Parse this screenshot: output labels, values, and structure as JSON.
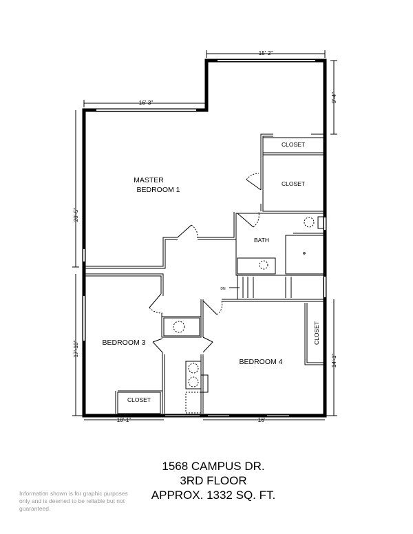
{
  "rooms": {
    "master": [
      "MASTER",
      "BEDROOM 1"
    ],
    "closet_top": "CLOSET",
    "closet_mid": "CLOSET",
    "bath": "BATH",
    "bedroom3": "BEDROOM 3",
    "bedroom3_closet": "CLOSET",
    "bedroom4": "BEDROOM 4",
    "bedroom4_closet": "CLOSET",
    "stairs": "DN"
  },
  "dimensions": {
    "top_right": "15'-2\"",
    "top_left": "16'-3\"",
    "right_upper": "9'-4\"",
    "left_upper": "20'-5\"",
    "left_lower": "17'-10\"",
    "right_lower": "14'-1\"",
    "bottom_left": "10'-1\"",
    "bottom_right": "16'"
  },
  "title": {
    "address": "1568 CAMPUS DR.",
    "floor": "3RD FLOOR",
    "area": "APPROX. 1332 SQ. FT."
  },
  "disclaimer": "Information shown is for graphic purposes only and is deemed to be reliable but not guaranteed."
}
